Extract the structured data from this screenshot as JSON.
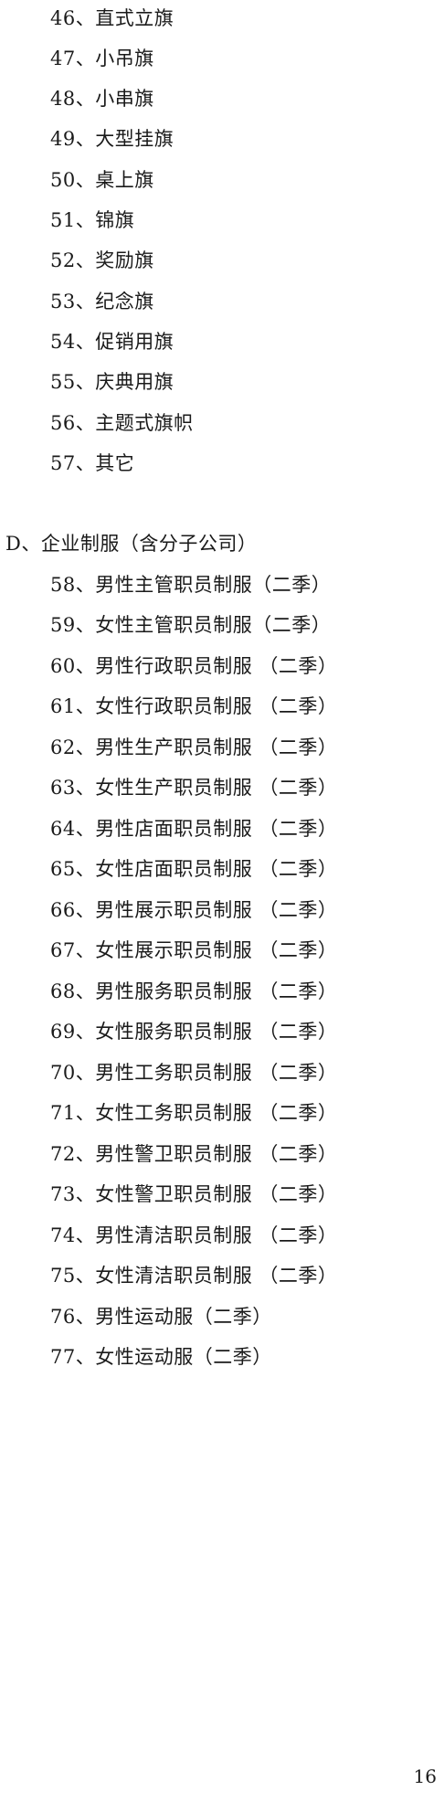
{
  "section_c_items": [
    "46、直式立旗",
    "47、小吊旗",
    "48、小串旗",
    "49、大型挂旗",
    "50、桌上旗",
    "51、锦旗",
    "52、奖励旗",
    "53、纪念旗",
    "54、促销用旗",
    "55、庆典用旗",
    "56、主题式旗帜",
    "57、其它"
  ],
  "section_d": {
    "heading": "D、企业制服（含分子公司）",
    "items": [
      "58、男性主管职员制服（二季）",
      "59、女性主管职员制服（二季）",
      "60、男性行政职员制服 （二季）",
      "61、女性行政职员制服 （二季）",
      "62、男性生产职员制服 （二季）",
      "63、女性生产职员制服 （二季）",
      "64、男性店面职员制服 （二季）",
      "65、女性店面职员制服 （二季）",
      "66、男性展示职员制服 （二季）",
      "67、女性展示职员制服 （二季）",
      "68、男性服务职员制服 （二季）",
      "69、女性服务职员制服 （二季）",
      "70、男性工务职员制服 （二季）",
      "71、女性工务职员制服 （二季）",
      "72、男性警卫职员制服 （二季）",
      "73、女性警卫职员制服 （二季）",
      "74、男性清洁职员制服 （二季）",
      "75、女性清洁职员制服 （二季）",
      "76、男性运动服（二季）",
      "77、女性运动服（二季）"
    ]
  },
  "page_number": "16"
}
